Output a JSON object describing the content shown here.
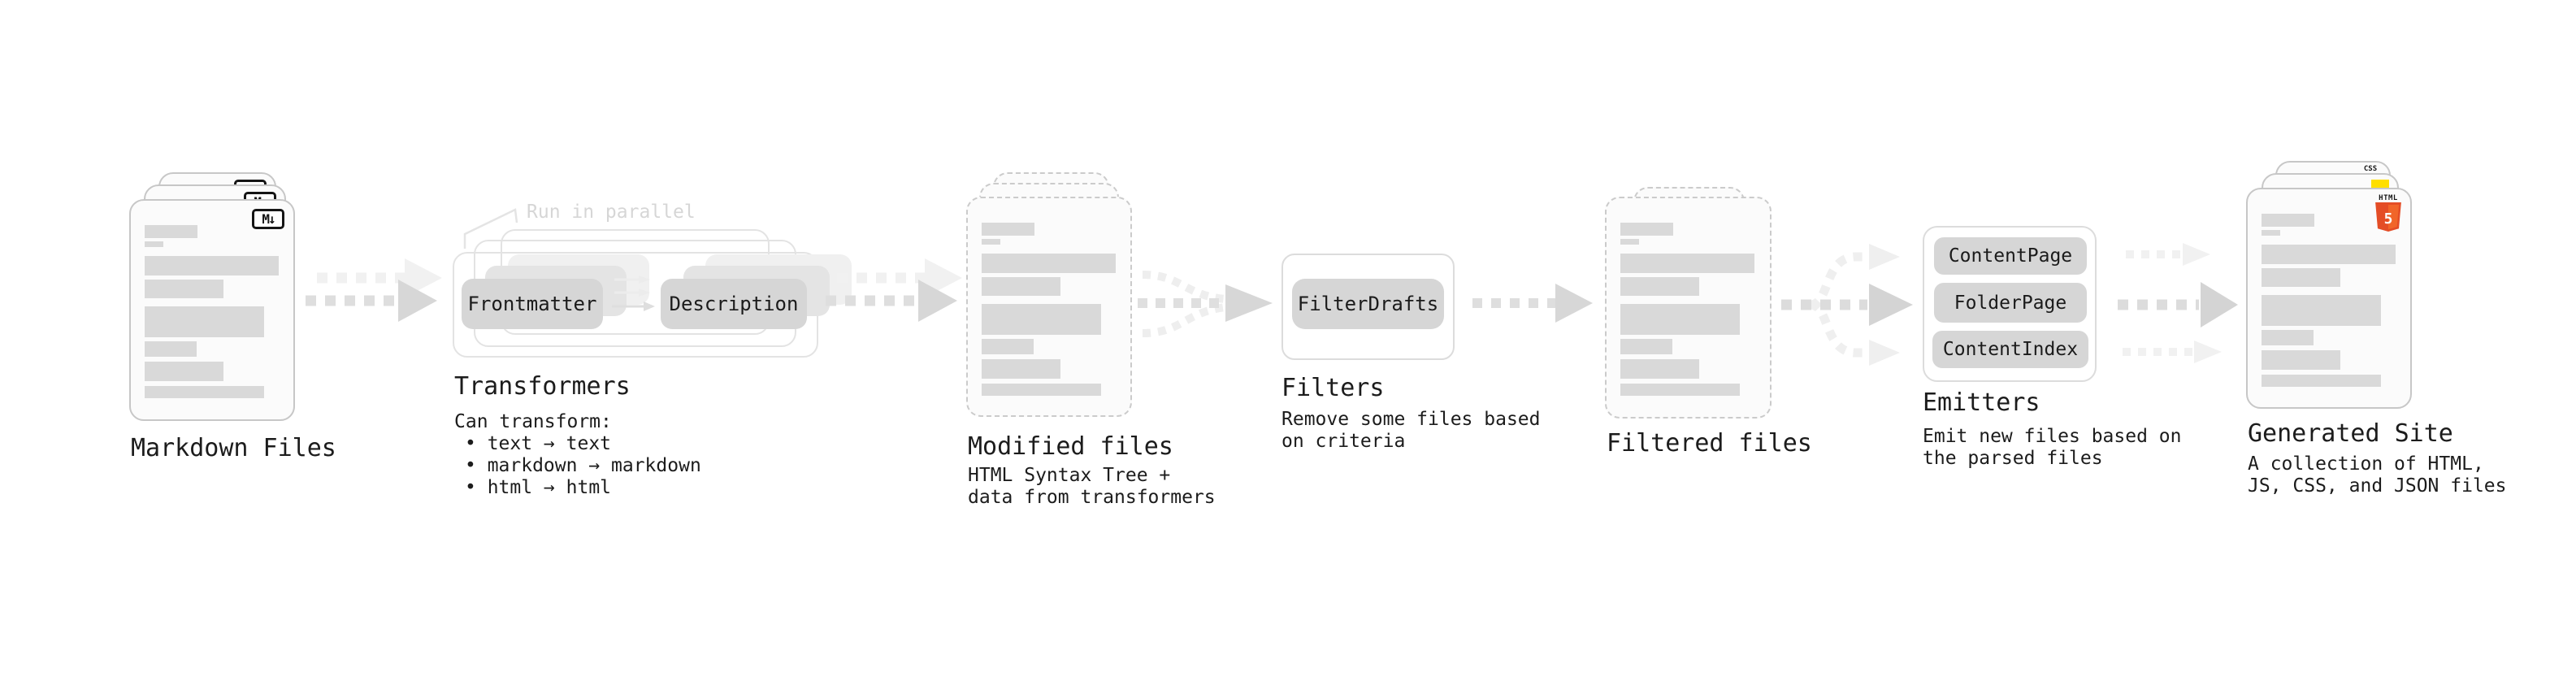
{
  "markdown_files": {
    "label": "Markdown Files",
    "badge": "M↓"
  },
  "transformers": {
    "note": "Run in parallel",
    "button_left": "Frontmatter",
    "button_right": "Description",
    "title": "Transformers",
    "desc_title": "Can transform:",
    "bullets": [
      "• text → text",
      "• markdown → markdown",
      "• html → html"
    ]
  },
  "modified_files": {
    "label": "Modified files",
    "desc": "HTML Syntax Tree +\ndata from transformers"
  },
  "filters": {
    "title": "Filters",
    "button": "FilterDrafts",
    "desc": "Remove some files based\non criteria"
  },
  "filtered_files": {
    "label": "Filtered files"
  },
  "emitters": {
    "title": "Emitters",
    "buttons": [
      "ContentPage",
      "FolderPage",
      "ContentIndex"
    ],
    "desc": "Emit new files based on\nthe parsed files"
  },
  "generated_site": {
    "label": "Generated Site",
    "desc": "A collection of HTML,\nJS, CSS, and JSON files",
    "badge_css": "CSS",
    "badge_html": "HTML",
    "badge_html_number": "5"
  },
  "colors": {
    "html5_orange": "#e44d26",
    "html5_orange_light": "#f16529",
    "js_yellow": "#ffdf00",
    "css_blue": "#2965f1",
    "card_border": "#c7c7c7",
    "dashed_border": "#cbcbcb",
    "bar_gray": "#d9d9d9",
    "pill_gray": "#d6d6d6",
    "arrow_dark": "#dcdcdc",
    "arrow_light": "#f1f1f1",
    "text": "#1c1c1c",
    "note_gray": "#d6d6d6"
  }
}
